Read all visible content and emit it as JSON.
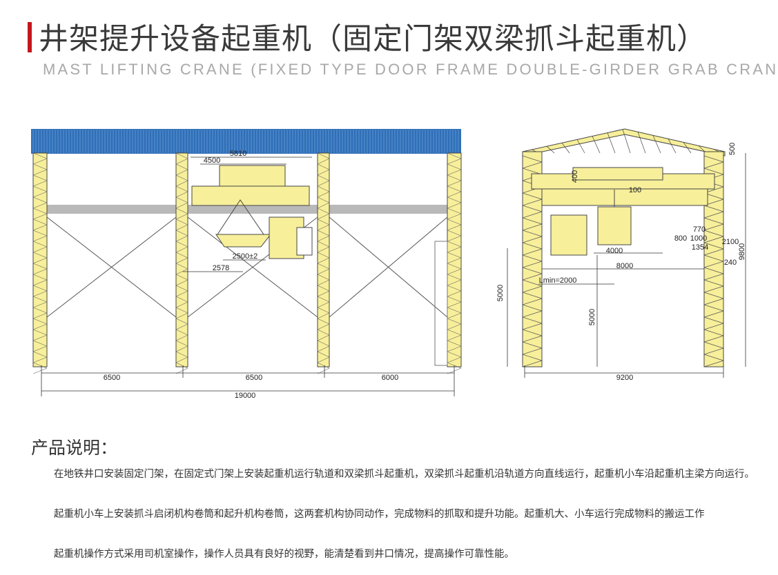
{
  "header": {
    "title": "井架提升设备起重机（固定门架双梁抓斗起重机）",
    "subtitle": "MAST LIFTING CRANE (FIXED TYPE DOOR FRAME DOUBLE-GIRDER GRAB CRANE)",
    "accent_color": "#c4161c"
  },
  "drawing_side": {
    "dims": {
      "d5810": "5810",
      "d4500": "4500",
      "d2500": "2500±2",
      "d2578": "2578",
      "span1": "6500",
      "span2": "6500",
      "span3": "6000",
      "total": "19000"
    },
    "colors": {
      "roof": "#2f6fb8",
      "steel": "#f7ef9a",
      "beam": "#b9b9b9"
    }
  },
  "drawing_end": {
    "dims": {
      "d500": "500",
      "d9800": "9800",
      "d2100": "2100",
      "d240": "240",
      "d770": "770",
      "d800": "800",
      "d1000": "1000",
      "d1354": "1354",
      "d4000": "4000",
      "d8000": "8000",
      "lmin": "Lmin=2000",
      "d5000a": "5000",
      "d5000b": "5000",
      "d9200": "9200",
      "d400": "400",
      "d100": "100"
    }
  },
  "description": {
    "heading": "产品说明：",
    "paragraphs": [
      "在地铁井口安装固定门架，在固定式门架上安装起重机运行轨道和双梁抓斗起重机，双梁抓斗起重机沿轨道方向直线运行，起重机小车沿起重机主梁方向运行。",
      "起重机小车上安装抓斗启闭机构卷筒和起升机构卷筒，这两套机构协同动作，完成物料的抓取和提升功能。起重机大、小车运行完成物料的搬运工作",
      "起重机操作方式采用司机室操作，操作人员具有良好的视野，能清楚看到井口情况，提高操作可靠性能。"
    ]
  }
}
